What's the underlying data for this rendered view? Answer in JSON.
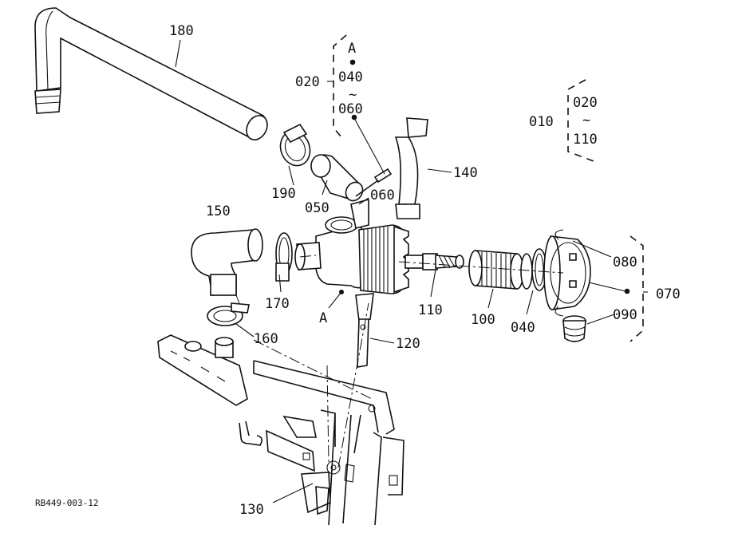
{
  "callouts": {
    "c180": "180",
    "c020": "020",
    "cA1": "A",
    "c040a": "040",
    "ctilde1": "~",
    "c060a": "060",
    "c010": "010",
    "c020b": "020",
    "ctilde2": "~",
    "c110b": "110",
    "c190": "190",
    "c050": "050",
    "c060b": "060",
    "c140": "140",
    "c150": "150",
    "c080": "080",
    "c070": "070",
    "c170": "170",
    "c110": "110",
    "c100": "100",
    "c040b": "040",
    "c090": "090",
    "cA2": "A",
    "c160": "160",
    "c120": "120",
    "c130": "130"
  },
  "drawing_code": "RB449-003-12"
}
